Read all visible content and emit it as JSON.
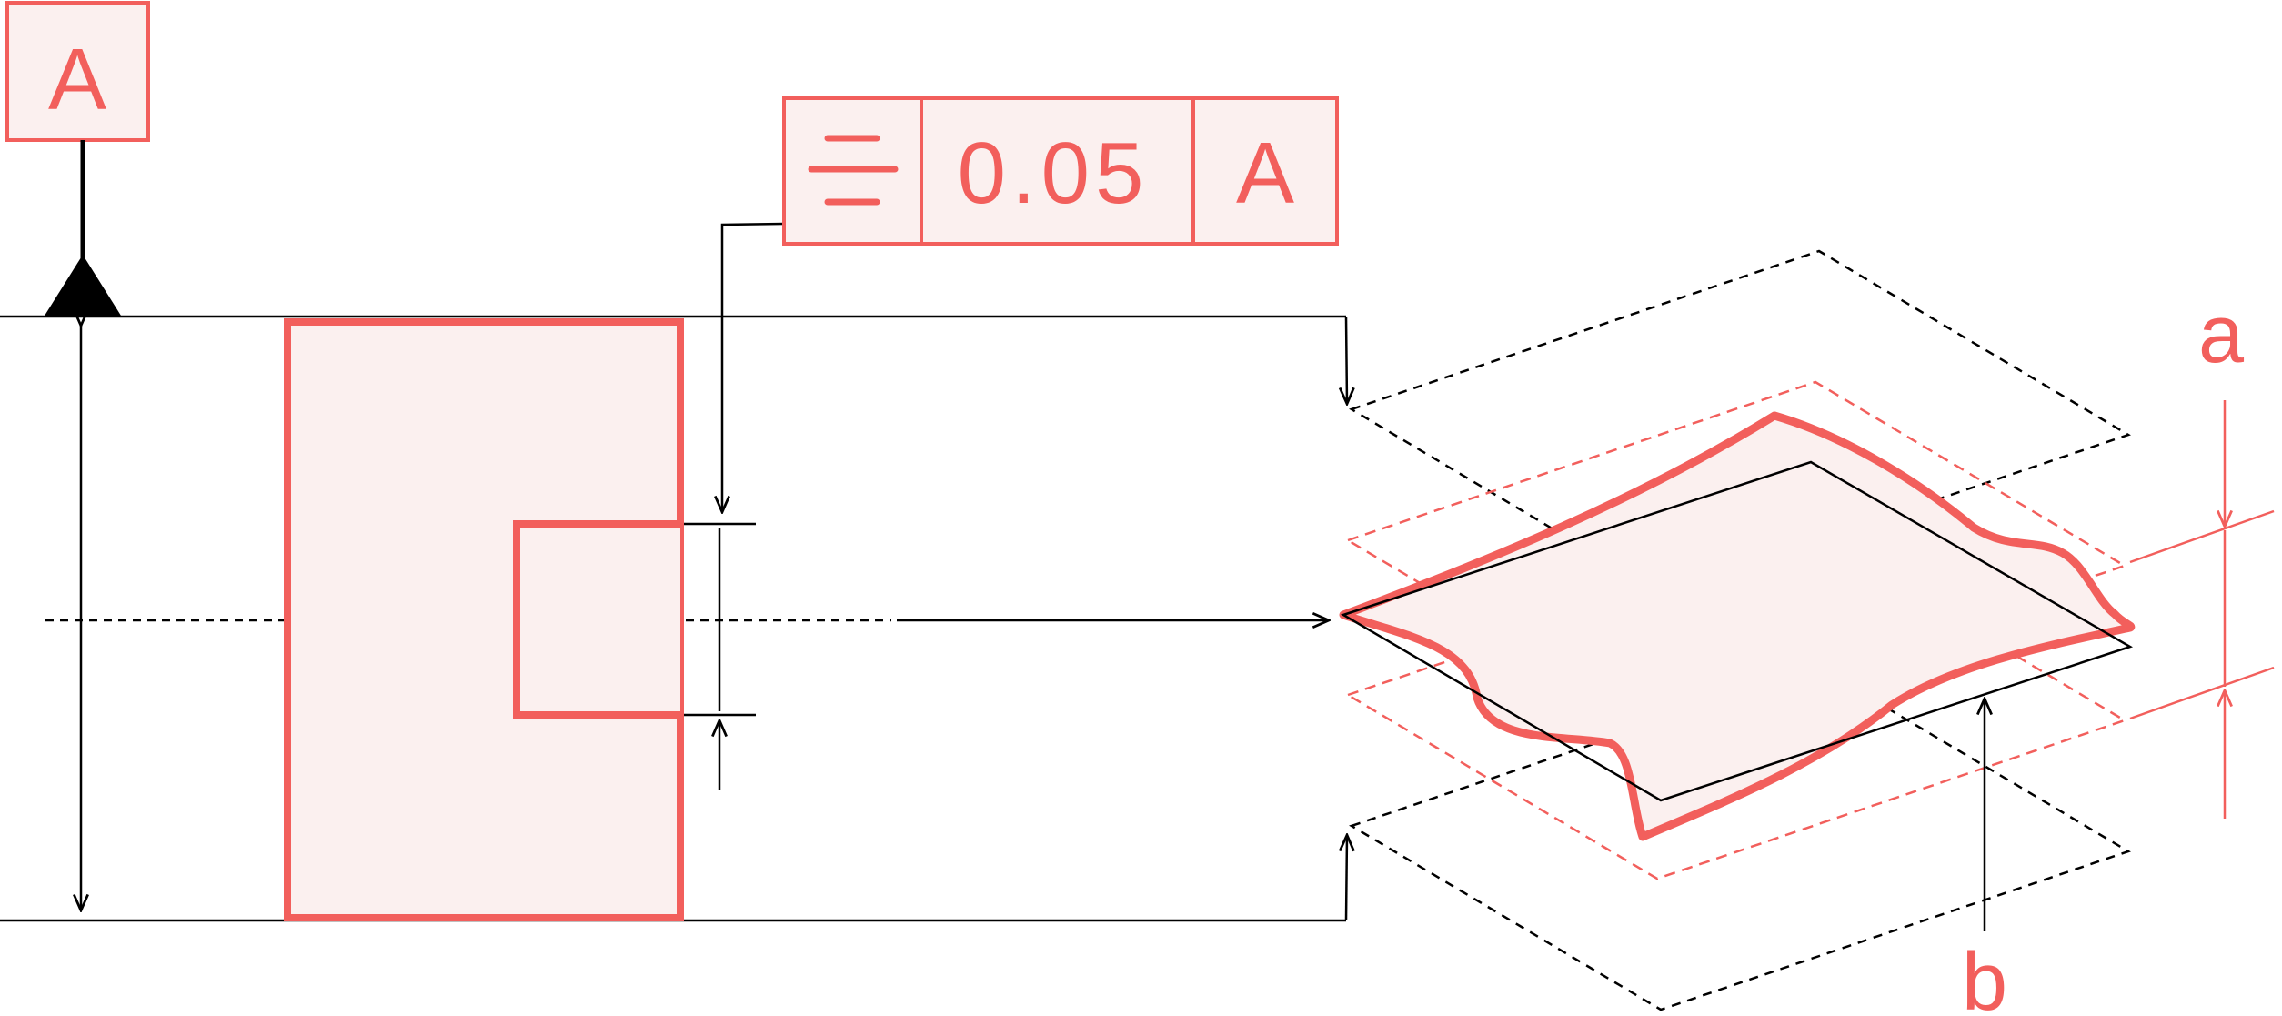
{
  "colors": {
    "accent": "#f25f5c",
    "fill": "#fbf0ef",
    "ink": "#000000",
    "background": "#ffffff"
  },
  "datum_feature": {
    "letter": "A"
  },
  "feature_control_frame": {
    "symbol_icon": "symmetry-icon",
    "tolerance": "0.05",
    "datum_reference": "A"
  },
  "callouts": {
    "a": "a",
    "b": "b"
  }
}
